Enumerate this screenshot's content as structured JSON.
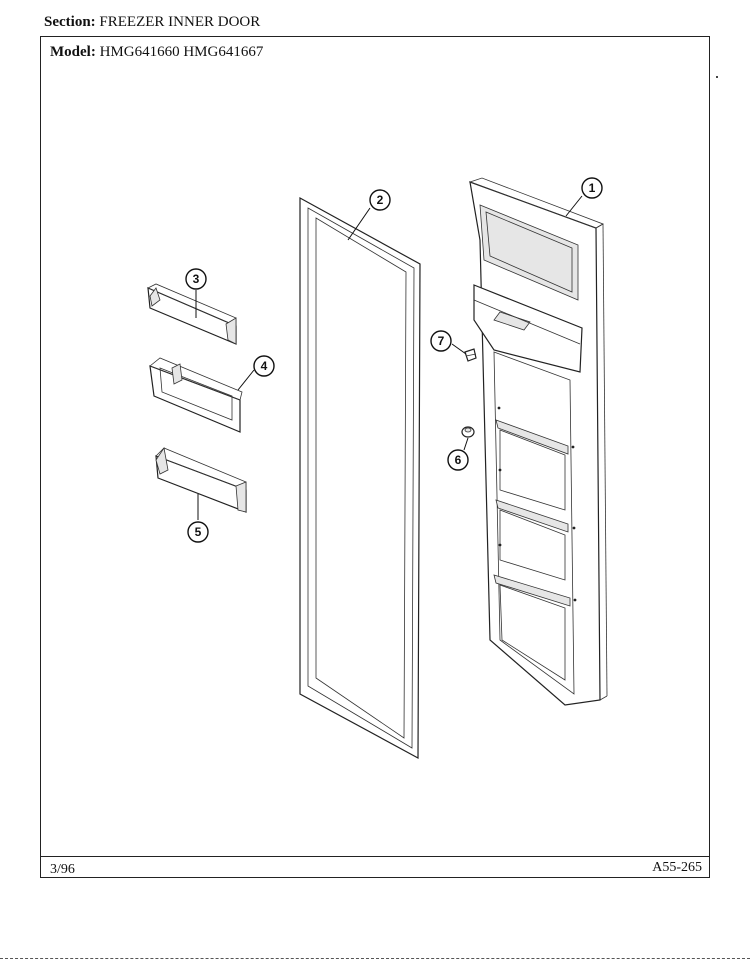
{
  "header": {
    "section_label": "Section:",
    "section_value": "FREEZER INNER DOOR",
    "model_label": "Model:",
    "model_value": "HMG641660  HMG641667"
  },
  "footer": {
    "date_code": "3/96",
    "figure_code": "A55-265"
  },
  "callouts": [
    "1",
    "2",
    "3",
    "4",
    "5",
    "6",
    "7"
  ]
}
